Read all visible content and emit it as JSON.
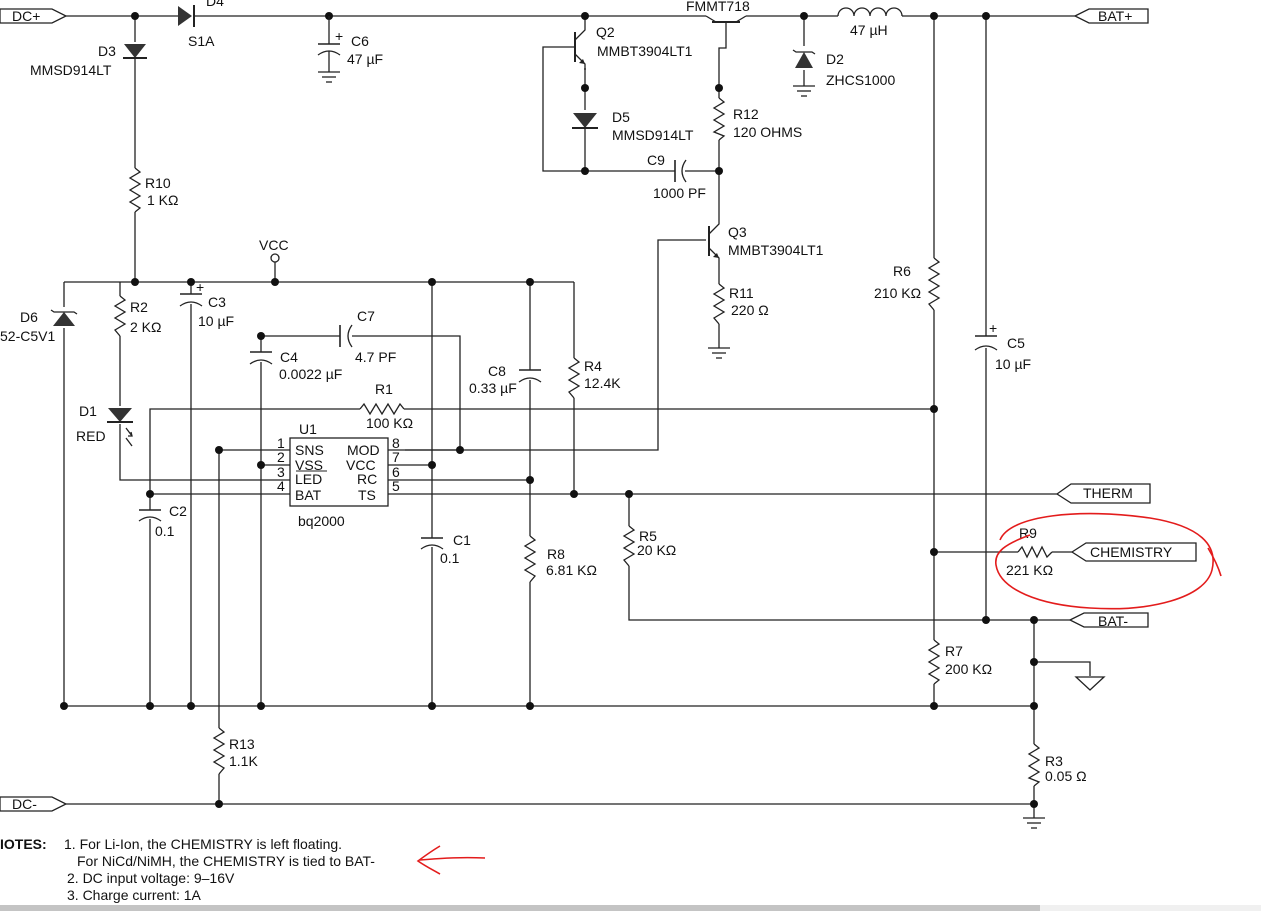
{
  "ports": {
    "dc_plus": "DC+",
    "dc_minus": "DC-",
    "bat_plus": "BAT+",
    "bat_minus": "BAT-",
    "therm": "THERM",
    "chemistry": "CHEMISTRY"
  },
  "labels": {
    "vcc": "VCC",
    "d4": "D4",
    "s1a": "S1A",
    "c6": "C6",
    "c6_val": "47 µF",
    "d3": "D3",
    "d3_part": "MMSD914LT",
    "q2": "Q2",
    "q2_part": "MMBT3904LT1",
    "fmmt": "FMMT718",
    "l1_val": "47 µH",
    "d2": "D2",
    "d2_part": "ZHCS1000",
    "d5": "D5",
    "d5_part": "MMSD914LT",
    "r12": "R12",
    "r12_val": "120 OHMS",
    "c9": "C9",
    "c9_val": "1000 PF",
    "r10": "R10",
    "r10_val": "1 KΩ",
    "q3": "Q3",
    "q3_part": "MMBT3904LT1",
    "r6": "R6",
    "r6_val": "210 KΩ",
    "d6": "D6",
    "d6_part": "52-C5V1",
    "r2": "R2",
    "r2_val": "2 KΩ",
    "c3": "C3",
    "c3_val": "10 µF",
    "c7": "C7",
    "c7_val": "4.7 PF",
    "c4": "C4",
    "c4_val": "0.0022 µF",
    "r11": "R11",
    "r11_val": "220 Ω",
    "c5": "C5",
    "c5_val": "10 µF",
    "c8": "C8",
    "c8_val": "0.33 µF",
    "r4": "R4",
    "r4_val": "12.4K",
    "r1": "R1",
    "r1_val": "100 KΩ",
    "d1": "D1",
    "d1_color": "RED",
    "u1": "U1",
    "u1_part": "bq2000",
    "pin1": "1",
    "pin2": "2",
    "pin3": "3",
    "pin4": "4",
    "pin5": "5",
    "pin6": "6",
    "pin7": "7",
    "pin8": "8",
    "sns": "SNS",
    "vss": "VSS",
    "led": "LED",
    "bat": "BAT",
    "mod": "MOD",
    "vcc_pin": "VCC",
    "rc": "RC",
    "ts": "TS",
    "c2": "C2",
    "c2_val": "0.1",
    "c1": "C1",
    "c1_val": "0.1",
    "r8": "R8",
    "r8_val": "6.81 KΩ",
    "r5": "R5",
    "r5_val": "20 KΩ",
    "r9": "R9",
    "r9_val": "221 KΩ",
    "r7": "R7",
    "r7_val": "200 KΩ",
    "r13": "R13",
    "r13_val": "1.1K",
    "r3": "R3",
    "r3_val": "0.05 Ω"
  },
  "notes": {
    "heading": "IOTES:",
    "line1": "1. For Li-Ion, the CHEMISTRY is left floating.",
    "line1b": "For NiCd/NiMH, the CHEMISTRY is tied to BAT-",
    "line2": "2. DC input voltage: 9–16V",
    "line3": "3. Charge current: 1A"
  },
  "annotation_color": "#e31c1c"
}
